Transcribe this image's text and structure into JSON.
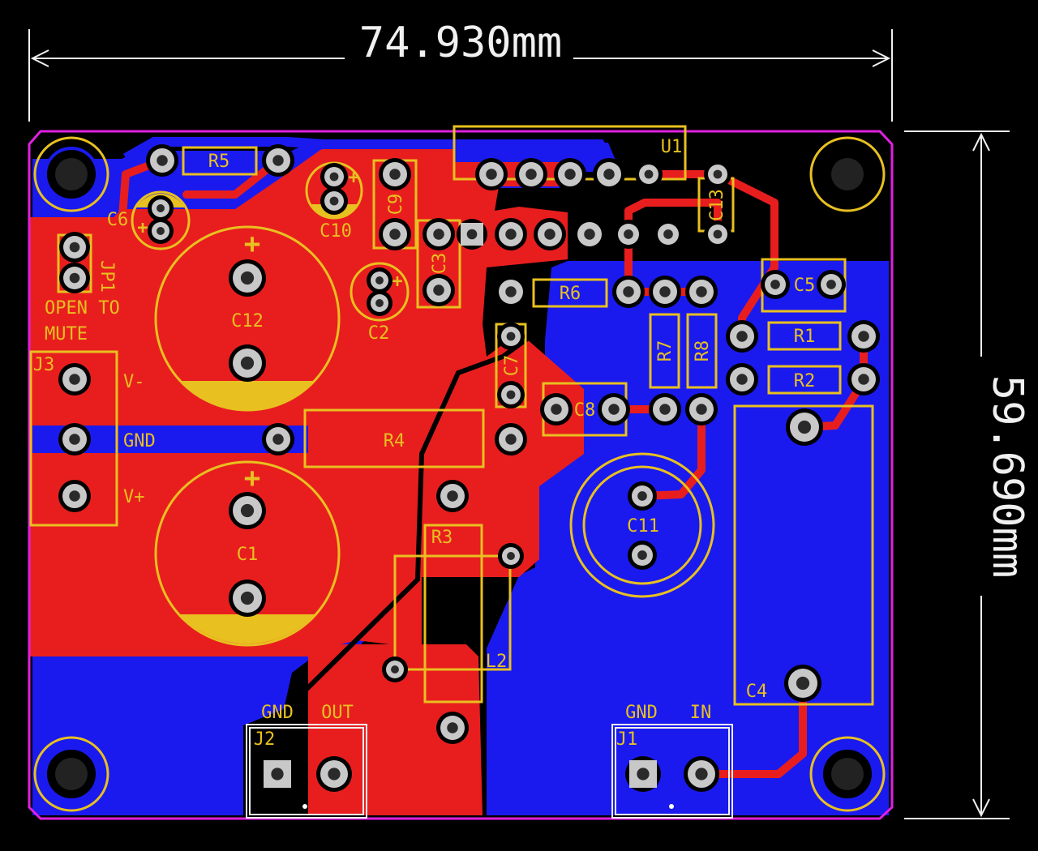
{
  "dimensions": {
    "width_label": "74.930mm",
    "height_label": "59.690mm"
  },
  "colors": {
    "background": "#000000",
    "outline": "#e020e0",
    "top_copper": "#e81e1e",
    "bottom_copper": "#1a1aee",
    "silkscreen": "#e8c020",
    "dimension": "#f0f0f0",
    "pad": "#c8c8c8"
  },
  "labels": {
    "u1": "U1",
    "r5": "R5",
    "c6": "C6",
    "c10": "C10",
    "c9": "C9",
    "c3": "C3",
    "c13": "C13",
    "jp1": "JP1",
    "open_to": "OPEN TO",
    "mute": "MUTE",
    "c12": "C12",
    "c2": "C2",
    "r6": "R6",
    "c5": "C5",
    "r1": "R1",
    "r2": "R2",
    "r7": "R7",
    "r8": "R8",
    "c7": "C7",
    "c8": "C8",
    "j3": "J3",
    "v_minus": "V-",
    "gnd": "GND",
    "v_plus": "V+",
    "r4": "R4",
    "c1": "C1",
    "c11": "C11",
    "r3": "R3",
    "l2": "L2",
    "c4": "C4",
    "j2": "J2",
    "j1": "J1",
    "j2_gnd": "GND",
    "j2_out": "OUT",
    "j1_gnd": "GND",
    "j1_in": "IN",
    "plus": "+"
  }
}
